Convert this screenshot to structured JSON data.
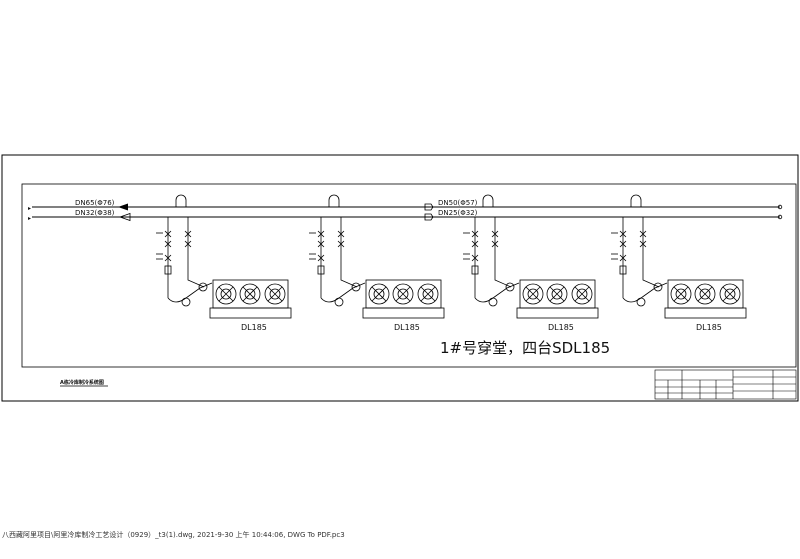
{
  "pipes": {
    "top_left_label": "DN65(Φ76)",
    "bottom_left_label": "DN32(Φ38)",
    "top_mid_label": "DN50(Φ57)",
    "bottom_mid_label": "DN25(Φ32)"
  },
  "units": [
    {
      "model": "DL185"
    },
    {
      "model": "DL185"
    },
    {
      "model": "DL185"
    },
    {
      "model": "DL185"
    }
  ],
  "caption": "1#号穿堂，四台SDL185",
  "drawing_title": "A栋冷库制冷系统图",
  "footer_text": "八西藏阿里项目\\阿里冷库制冷工艺设计（0929）_t3(1).dwg, 2021-9-30 上午 10:44:06, DWG To PDF.pc3"
}
